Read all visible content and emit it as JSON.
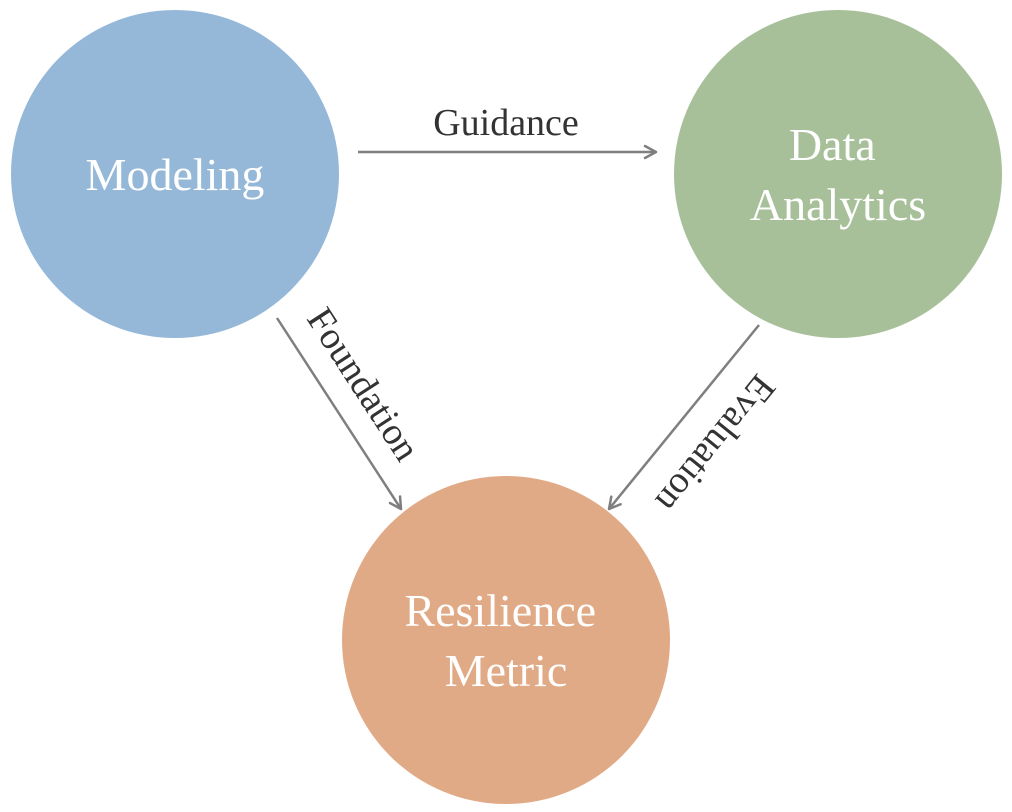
{
  "nodes": {
    "modeling": {
      "lines": [
        "Modeling"
      ],
      "color": "#95b8d9"
    },
    "data_analytics": {
      "lines": [
        "Data",
        "Analytics"
      ],
      "color": "#a7c09a"
    },
    "resilience_metric": {
      "lines": [
        "Resilience",
        "Metric"
      ],
      "color": "#e1aa86"
    }
  },
  "edges": {
    "guidance": {
      "label": "Guidance",
      "from": "Modeling",
      "to": "Data Analytics"
    },
    "foundation": {
      "label": "Foundation",
      "from": "Modeling",
      "to": "Resilience Metric"
    },
    "evaluation": {
      "label": "Evaluation",
      "from": "Data Analytics",
      "to": "Resilience Metric"
    }
  },
  "colors": {
    "arrow": "#7f7f7f",
    "edge_text": "#333333",
    "node_text": "#ffffff",
    "background": "#ffffff"
  }
}
